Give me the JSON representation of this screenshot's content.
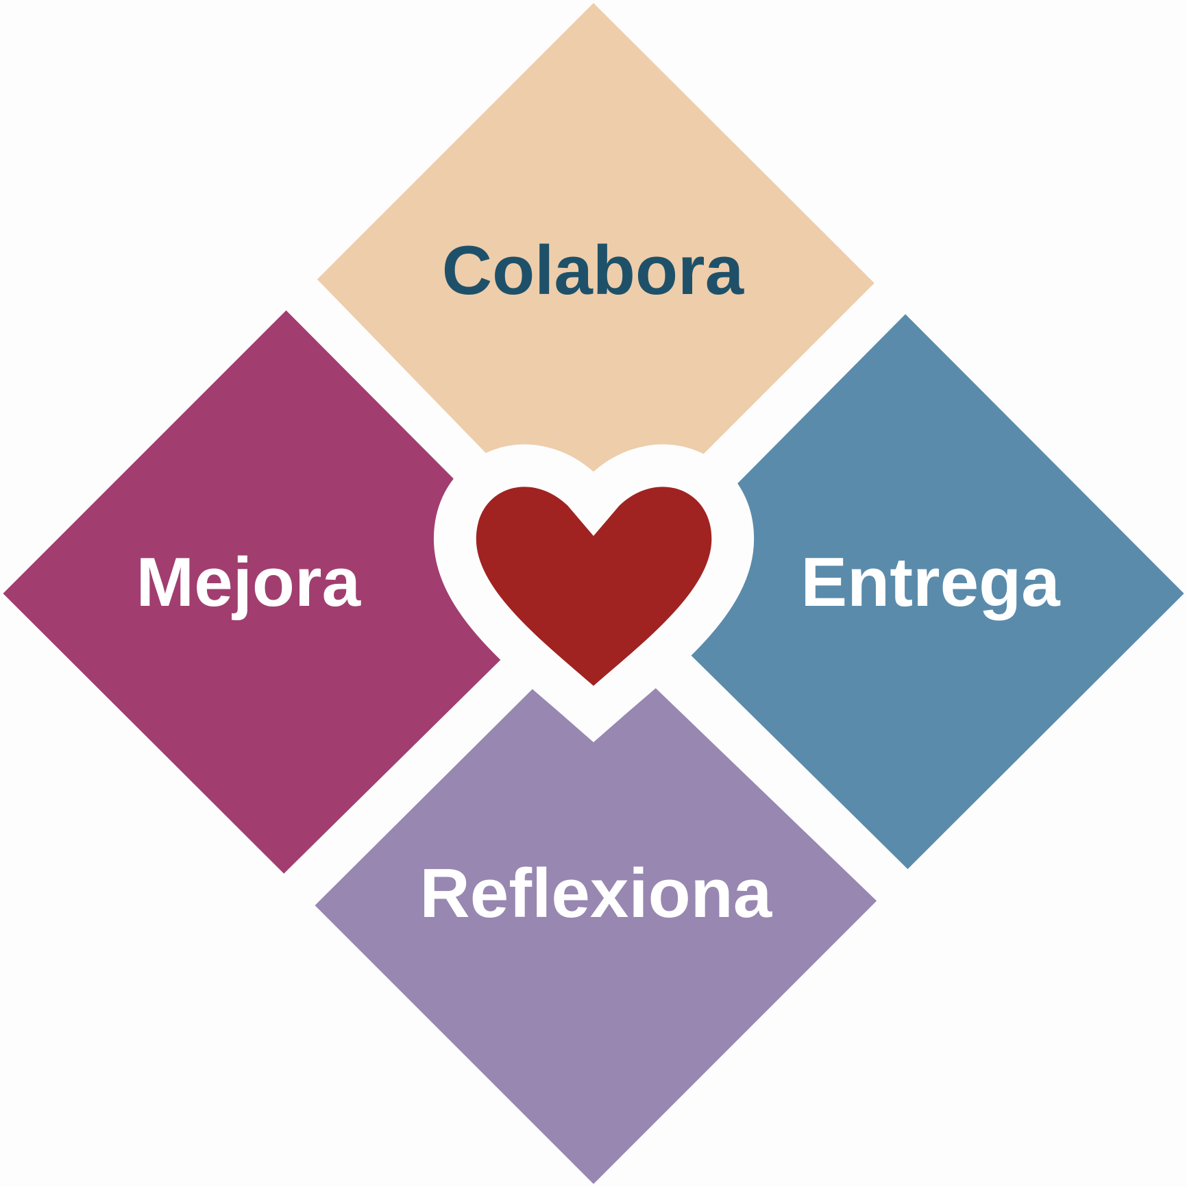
{
  "quadrants": {
    "top": {
      "label": "Colabora",
      "color": "#EECDAB",
      "text_color": "#1E5169"
    },
    "left": {
      "label": "Mejora",
      "color": "#A13E6F",
      "text_color": "#FFFFFF"
    },
    "right": {
      "label": "Entrega",
      "color": "#5A8BAB",
      "text_color": "#FFFFFF"
    },
    "bottom": {
      "label": "Reflexiona",
      "color": "#9787B1",
      "text_color": "#FFFFFF"
    }
  },
  "center": {
    "icon": "heart-icon",
    "color": "#A02321"
  }
}
